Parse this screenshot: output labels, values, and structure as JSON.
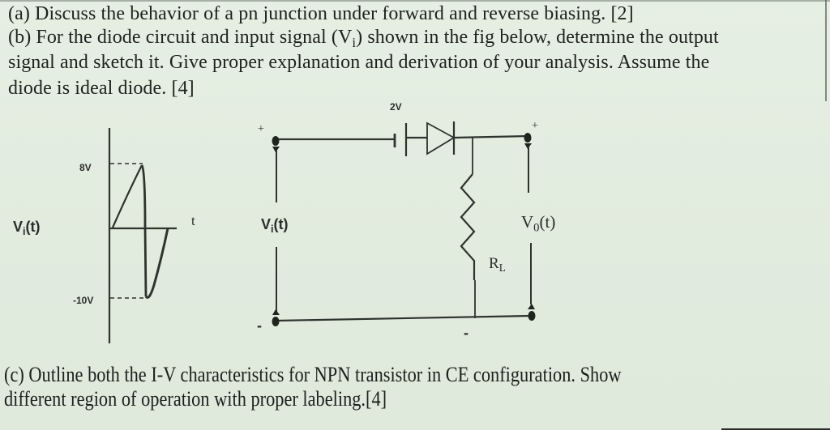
{
  "question": {
    "part_a": {
      "text": "(a) Discuss the behavior of a pn junction under forward and reverse biasing. [2]"
    },
    "part_b": {
      "line1": "(b) For the diode circuit and input signal (V",
      "line1_sub": "i",
      "line1_rest": ") shown in the fig below, determine the output",
      "line2": "signal and sketch it. Give proper explanation and derivation of your analysis. Assume the",
      "line3": "diode is ideal diode. [4]"
    },
    "part_c": {
      "line1": "(c) Outline both the I-V characteristics for NPN transistor in CE configuration. Show",
      "line2": "different region of operation with proper labeling.[4]"
    }
  },
  "waveform": {
    "ylabel": "V",
    "ylabel_sub": "i",
    "ylabel_rest": "(t)",
    "xlabel": "t",
    "max_label": "8V",
    "min_label": "-10V"
  },
  "chart_data": {
    "type": "line",
    "title": "Input signal Vi(t)",
    "xlabel": "t",
    "ylabel": "Vi(t)",
    "series": [
      {
        "name": "Vi(t)",
        "x": [
          0,
          0.25,
          0.5,
          0.5,
          0.75,
          1.0
        ],
        "values": [
          0,
          4,
          8,
          -10,
          -5,
          0
        ]
      }
    ],
    "annotations": [
      "8V",
      "-10V"
    ],
    "ylim": [
      -10,
      8
    ],
    "grid": false
  },
  "circuit": {
    "battery_label": "2V",
    "input_label": "V",
    "input_label_sub": "i",
    "input_label_rest": "(t)",
    "output_label": "V",
    "output_label_sub": "0",
    "output_label_rest": "(t)",
    "resistor_label": "R",
    "resistor_label_sub": "L",
    "plus": "+",
    "minus": "-"
  }
}
